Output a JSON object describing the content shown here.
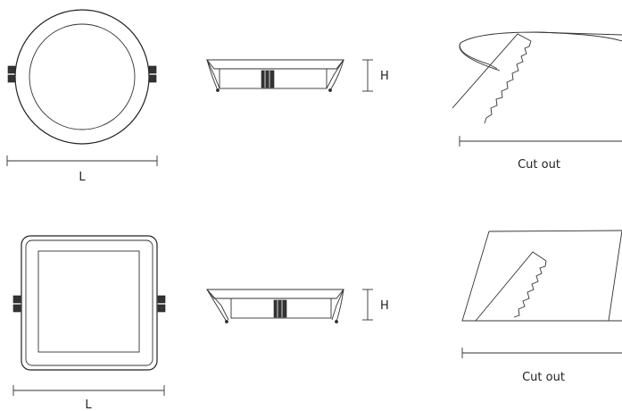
{
  "labels": {
    "round_length": "L",
    "round_height": "H",
    "round_cutout": "Cut out",
    "square_length": "L",
    "square_height": "H",
    "square_cutout": "Cut out"
  }
}
